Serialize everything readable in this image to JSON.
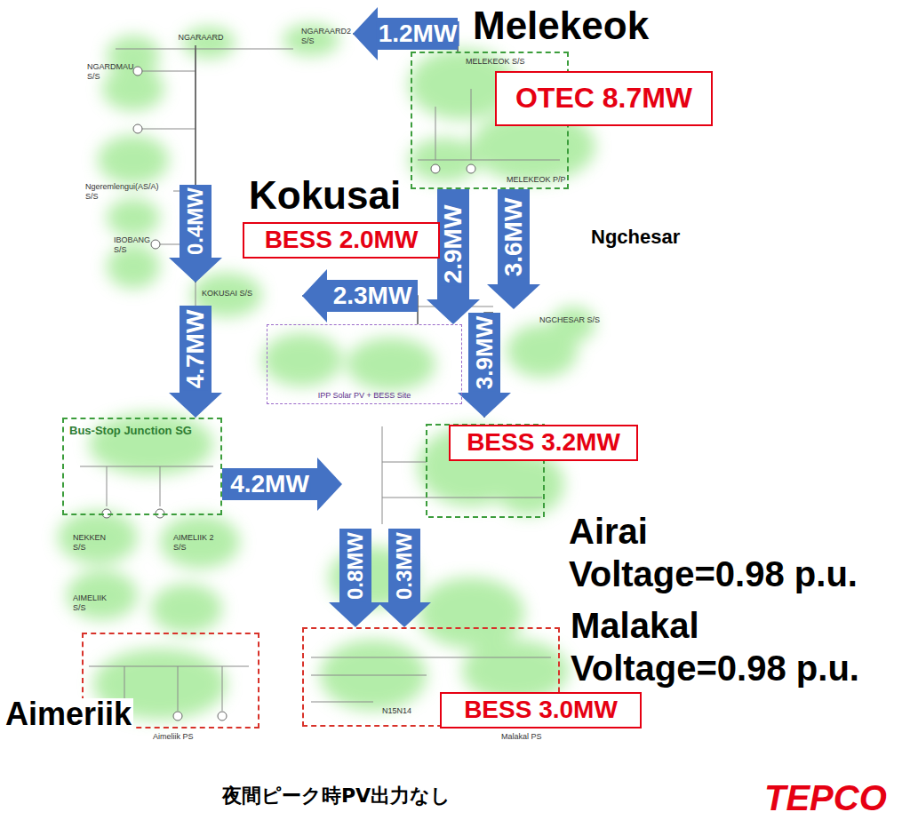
{
  "diagram": {
    "caption": "夜間ピーク時PV出力なし",
    "nodes": [
      {
        "text": [
          "NGARAARD"
        ]
      },
      {
        "text": [
          "NGARAARD2 S/S"
        ]
      },
      {
        "text": [
          "Melekeok",
          "MELEKEOK S/S"
        ]
      },
      {
        "text": [
          "OTEC 8.7MW"
        ],
        "in": 2
      },
      {
        "text": [
          "KOKUSAI S/S"
        ]
      },
      {
        "text": [
          "BESS 2.0MW"
        ]
      },
      {
        "text": [
          "IPP Solar PV + BESS Site"
        ]
      },
      {
        "text": [
          "NGCHESAR S/S"
        ]
      },
      {
        "text": [
          "Bus-Stop Junction SG"
        ]
      },
      {
        "text": [
          "Airai",
          "Voltage=0.98 p.u."
        ]
      },
      {
        "text": [
          "BESS 3.2MW"
        ],
        "in": 9
      },
      {
        "text": [
          "Malakal",
          "Voltage=0.98 p.u.",
          "Malakal PS"
        ]
      },
      {
        "text": [
          "BESS 3.0MW"
        ],
        "in": 11
      },
      {
        "text": [
          "Aimeliik PS"
        ]
      }
    ],
    "edges": [
      {
        "from": 2,
        "to": 1,
        "arrow": "to",
        "label": "1.2MW"
      },
      {
        "from": 0,
        "to": 4,
        "arrow": "to",
        "label": "0.4MW"
      },
      {
        "from": 2,
        "to": 6,
        "arrow": "to",
        "label": "2.9MW"
      },
      {
        "from": 2,
        "to": 7,
        "arrow": "to",
        "label": "3.6MW"
      },
      {
        "from": 6,
        "to": 4,
        "arrow": "to",
        "label": "2.3MW"
      },
      {
        "from": 4,
        "to": 8,
        "arrow": "to",
        "label": "4.7MW"
      },
      {
        "from": 7,
        "to": 9,
        "arrow": "to",
        "label": "3.9MW"
      },
      {
        "from": 8,
        "to": 9,
        "arrow": "to",
        "label": "4.2MW"
      },
      {
        "from": 9,
        "to": 11,
        "arrow": "to",
        "label": "0.8MW"
      },
      {
        "from": 9,
        "to": 11,
        "arrow": "to",
        "label": "0.3MW"
      }
    ],
    "labels": [
      "Kokusai",
      "Ngchesar",
      "NGARDMAU S/S",
      "Ngeremlengui(AS/A) S/S",
      "IBOBANG S/S",
      "MELEKEOK P/P",
      "NEKKEN S/S",
      "AIMELIIK 2 S/S",
      "AIMELIIK S/S",
      "N15N14",
      "Aimeriik",
      "TEPCO"
    ]
  }
}
